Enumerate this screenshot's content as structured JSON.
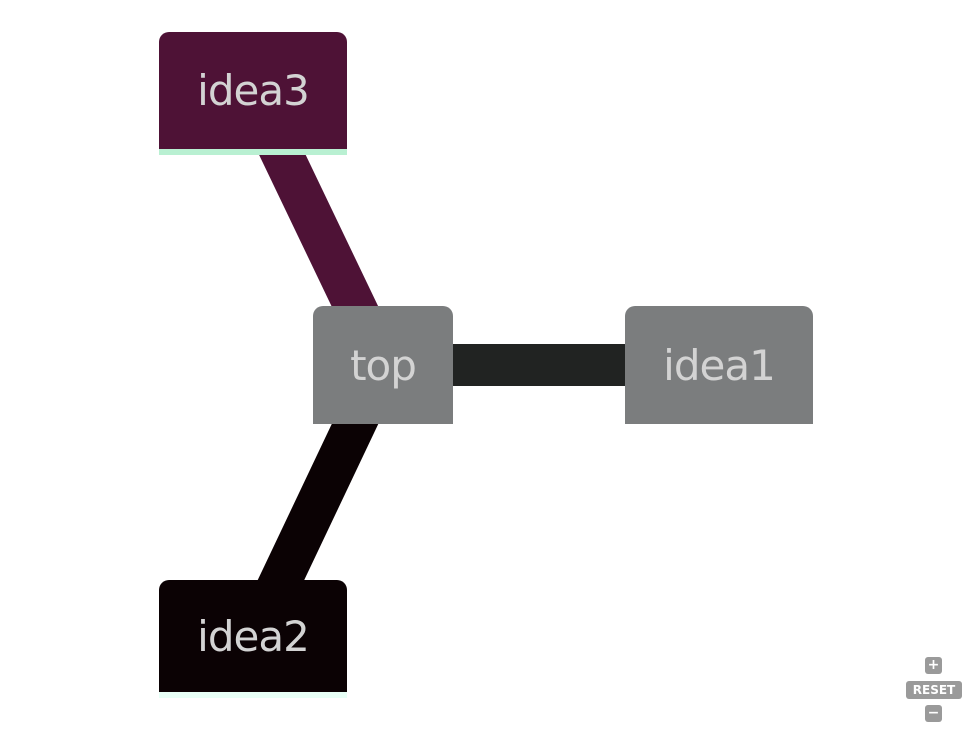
{
  "map": {
    "nodes": [
      {
        "id": "top",
        "label": "top",
        "fill": "#7b7d7e",
        "text_color": "#d3d3d3",
        "underline": ""
      },
      {
        "id": "idea1",
        "label": "idea1",
        "fill": "#7b7d7e",
        "text_color": "#d3d3d3",
        "underline": ""
      },
      {
        "id": "idea2",
        "label": "idea2",
        "fill": "#0b0204",
        "text_color": "#d3d3d3",
        "underline": "#e8fff6"
      },
      {
        "id": "idea3",
        "label": "idea3",
        "fill": "#4e1236",
        "text_color": "#d3d3d3",
        "underline": "#b9f0d2"
      }
    ],
    "connections": [
      {
        "from": "top",
        "to": "idea1",
        "color": "#212322"
      },
      {
        "from": "top",
        "to": "idea2",
        "color": "#0b0204"
      },
      {
        "from": "top",
        "to": "idea3",
        "color": "#4e1236"
      }
    ]
  },
  "zoom_controls": {
    "zoom_in_glyph": "+",
    "reset_label": "RESET",
    "zoom_out_glyph": "−"
  }
}
